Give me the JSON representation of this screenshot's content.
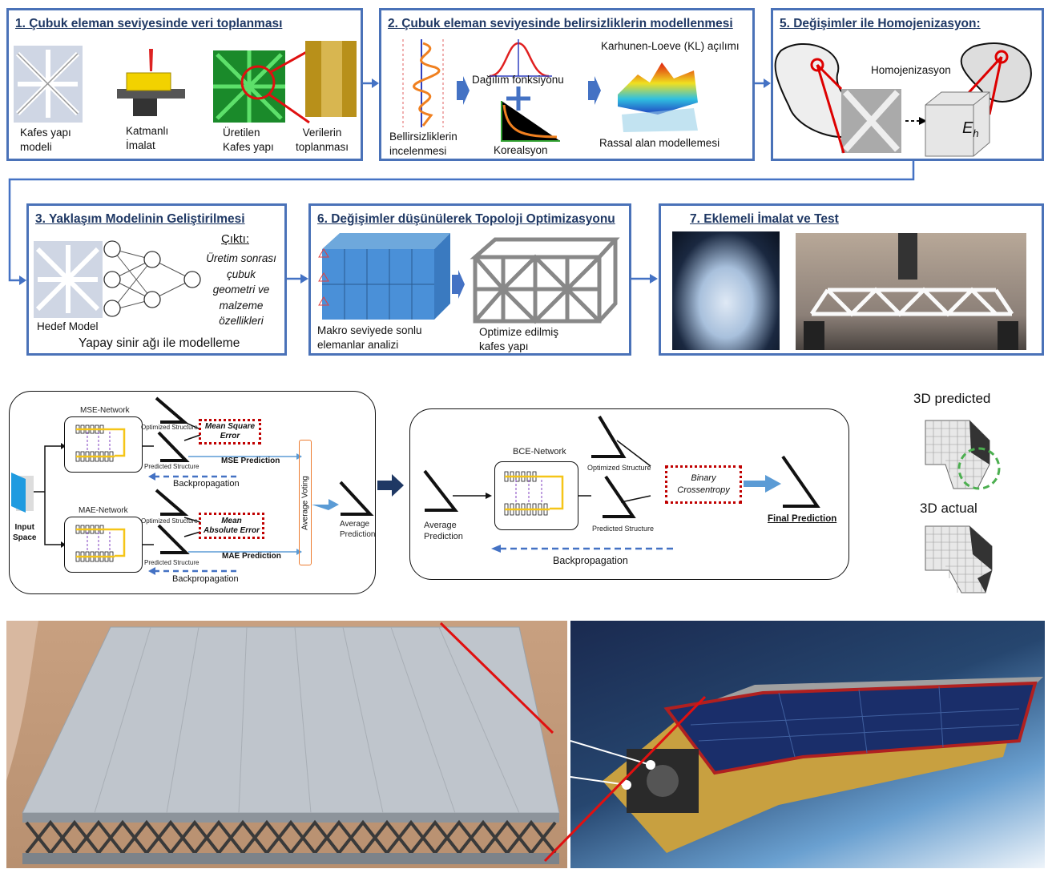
{
  "panel1": {
    "title": "1. Çubuk eleman seviyesinde veri toplanması",
    "items": [
      "Kafes yapı\nmodeli",
      "Katmanlı\nİmalat",
      "Üretilen\nKafes yapı",
      "Verilerin\ntoplanması"
    ]
  },
  "panel2": {
    "title": "2. Çubuk eleman seviyesinde belirsizliklerin modellenmesi",
    "uncertainty": "Bellirsizliklerin\nincelenmesi",
    "distribution": "Dağılım fonksiyonu",
    "correlation": "Korealsyon",
    "kl": "Karhunen-Loeve (KL) açılımı",
    "random_field": "Rassal alan modellemesi"
  },
  "panel5": {
    "title": "5. Değişimler ile Homojenizasyon:",
    "homogenization": "Homojenizasyon",
    "eh": "E",
    "eh_sub": "h"
  },
  "panel3": {
    "title": "3. Yaklaşım Modelinin Geliştirilmesi",
    "output_label": "Çıktı:",
    "output_text": "Üretim sonrası\nçubuk\ngeometri ve\nmalzeme\nözellikleri",
    "target": "Hedef Model",
    "ann": "Yapay sinir ağı ile modelleme"
  },
  "panel6": {
    "title": "6. Değişimler düşünülerek Topoloji Optimizasyonu",
    "fem": "Makro seviyede sonlu\nelemanlar analizi",
    "opt": "Optimize edilmiş\nkafes yapı"
  },
  "panel7": {
    "title": "7. Eklemeli İmalat ve Test"
  },
  "ensemble": {
    "input": "Input\nSpace",
    "mse_net": "MSE-Network",
    "mae_net": "MAE-Network",
    "optimized": "Optimized Structure",
    "predicted": "Predicted  Structure",
    "mse": "Mean Square\nError",
    "mae": "Mean\nAbsolute Error",
    "mse_pred": "MSE Prediction",
    "mae_pred": "MAE Prediction",
    "backprop": "Backpropagation",
    "voting": "Average Voting",
    "avg_pred": "Average\nPrediction"
  },
  "refine": {
    "bce_net": "BCE-Network",
    "avg_pred": "Average\nPrediction",
    "optimized": "Optimized Structure",
    "predicted": "Predicted Structure",
    "bce": "Binary\nCrossentropy",
    "final": "Final Prediction",
    "backprop": "Backpropagation"
  },
  "view3d": {
    "predicted": "3D predicted",
    "actual": "3D actual"
  },
  "colors": {
    "panel_border": "#4a72b8",
    "arrow": "#4472c4",
    "title": "#1f3864",
    "loss_box": "#c00000"
  }
}
